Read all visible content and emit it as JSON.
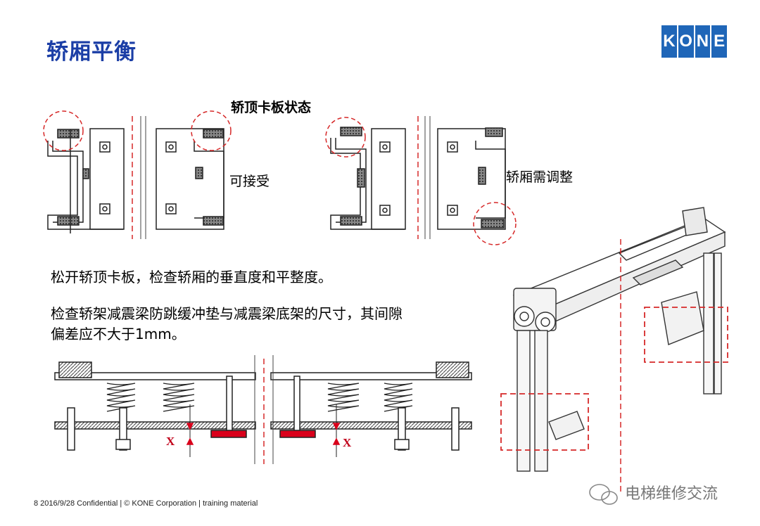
{
  "slide": {
    "title": "轿厢平衡",
    "logo_letters": [
      "K",
      "O",
      "N",
      "E"
    ],
    "diagram_title": "轿顶卡板状态",
    "label_acceptable": "可接受",
    "label_adjust": "轿厢需调整",
    "paragraph_1": "松开轿顶卡板，检查轿厢的垂直度和平整度。",
    "paragraph_2_line_1": "检查轿架减震梁防跳缓冲垫与减震梁底架的尺寸，其间隙",
    "paragraph_2_line_2": "偏差应不大于1mm。",
    "gap_marker_left": "X",
    "gap_marker_right": "X",
    "footer": "8    2016/9/28    Confidential  |  © KONE Corporation  |  training material",
    "watermark": "电梯维修交流"
  },
  "colors": {
    "title": "#1b3ea6",
    "logo": "#1f66b8",
    "dashed_red": "#d62828",
    "pad_red": "#d9001b"
  }
}
